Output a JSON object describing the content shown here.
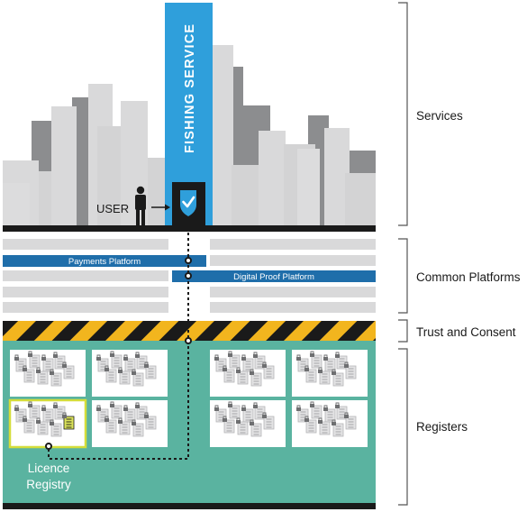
{
  "service": {
    "title": "FISHING SERVICE"
  },
  "user": {
    "label": "USER"
  },
  "platforms": {
    "payments": "Payments Platform",
    "digital_proof": "Digital Proof Platform"
  },
  "layers": {
    "services": "Services",
    "common_platforms": "Common Platforms",
    "trust_consent": "Trust and Consent",
    "registers": "Registers"
  },
  "registry": {
    "line1": "Licence",
    "line2": "Registry"
  },
  "colors": {
    "service_blue": "#2f9fdb",
    "platform_blue": "#1f6eaa",
    "register_teal": "#5ab3a0",
    "hazard_yellow": "#f2b51e",
    "dark": "#1a1a1a",
    "light_grey": "#d9d9da",
    "mid_grey": "#9d9ea0",
    "highlight_lime": "#dbe35a"
  },
  "icons": [
    "user-figure-icon",
    "shield-check-icon",
    "padlock-icon",
    "document-icon"
  ]
}
